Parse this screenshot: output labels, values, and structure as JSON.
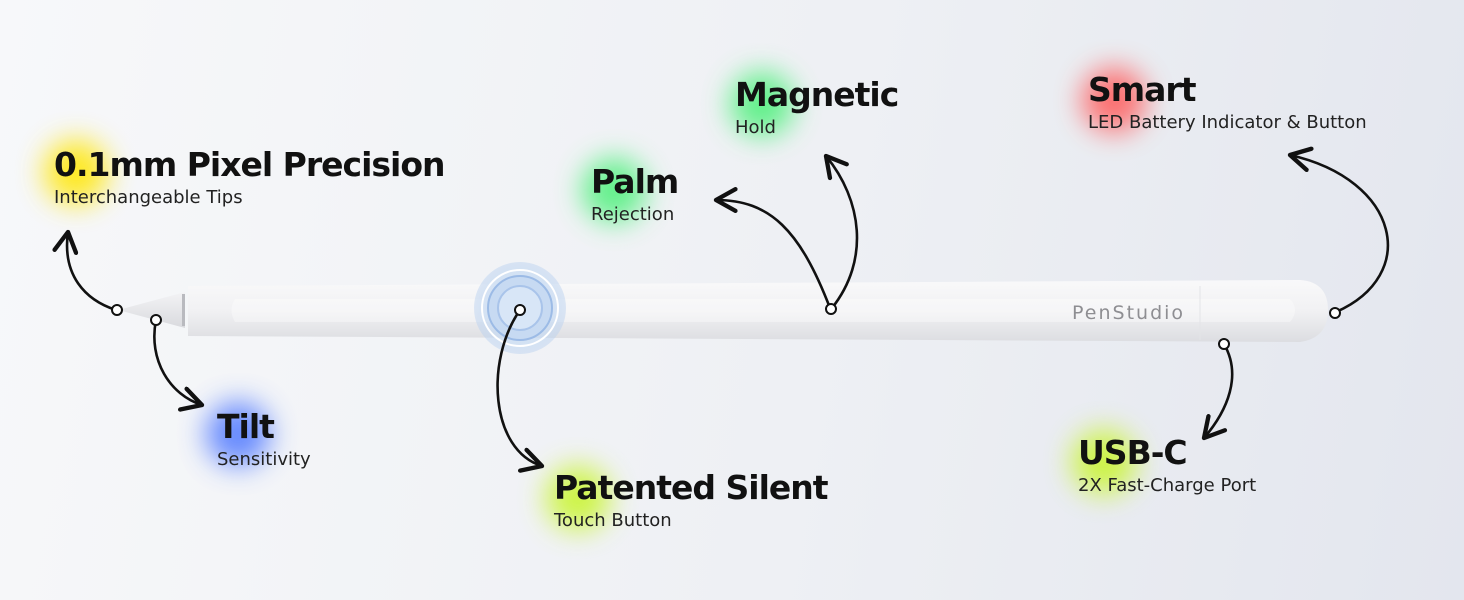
{
  "brand": {
    "logo_text": "PenStudio"
  },
  "colors": {
    "yellow_glow": "#ffe600",
    "blue_glow": "#4f78ff",
    "green_glow": "#4cf07a",
    "lime_glow": "#c8f52a",
    "red_glow": "#ff5a5a",
    "ring_blue": "#a9c7f0",
    "pen_body": "#f4f4f5"
  },
  "features": {
    "precision": {
      "title": "0.1mm Pixel Precision",
      "subtitle": "Interchangeable Tips"
    },
    "tilt": {
      "title": "Tilt",
      "subtitle": "Sensitivity"
    },
    "palm": {
      "title": "Palm",
      "subtitle": "Rejection"
    },
    "magnetic": {
      "title": "Magnetic",
      "subtitle": "Hold"
    },
    "silent": {
      "title": "Patented Silent",
      "subtitle": "Touch Button"
    },
    "smart": {
      "title": "Smart",
      "subtitle": "LED Battery Indicator & Button"
    },
    "usbc": {
      "title": "USB-C",
      "subtitle": "2X Fast-Charge Port"
    }
  }
}
